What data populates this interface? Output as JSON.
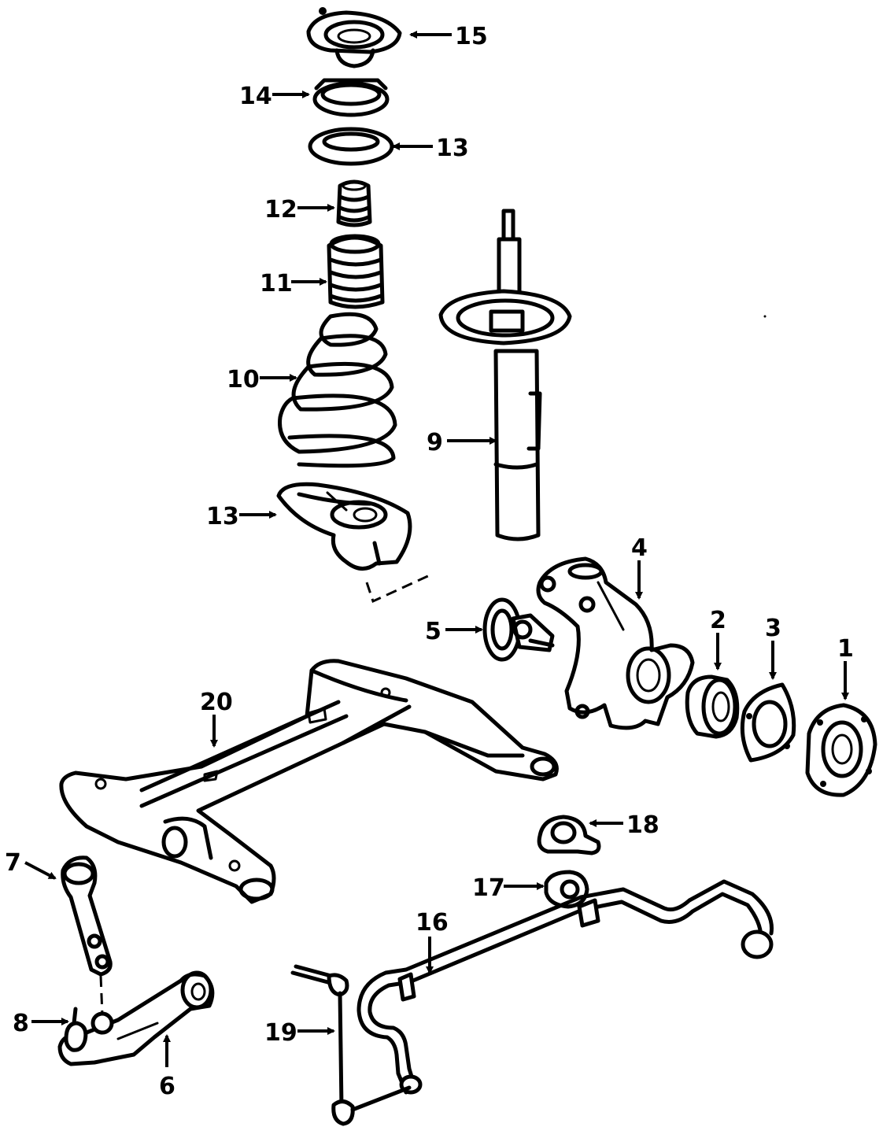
{
  "callouts": [
    {
      "id": "c1",
      "label": "1"
    },
    {
      "id": "c2",
      "label": "2"
    },
    {
      "id": "c3",
      "label": "3"
    },
    {
      "id": "c4",
      "label": "4"
    },
    {
      "id": "c5",
      "label": "5"
    },
    {
      "id": "c6",
      "label": "6"
    },
    {
      "id": "c7",
      "label": "7"
    },
    {
      "id": "c8",
      "label": "8"
    },
    {
      "id": "c9",
      "label": "9"
    },
    {
      "id": "c10",
      "label": "10"
    },
    {
      "id": "c11",
      "label": "11"
    },
    {
      "id": "c12",
      "label": "12"
    },
    {
      "id": "c13a",
      "label": "13"
    },
    {
      "id": "c13b",
      "label": "13"
    },
    {
      "id": "c14",
      "label": "14"
    },
    {
      "id": "c15",
      "label": "15"
    },
    {
      "id": "c16",
      "label": "16"
    },
    {
      "id": "c17",
      "label": "17"
    },
    {
      "id": "c18",
      "label": "18"
    },
    {
      "id": "c19",
      "label": "19"
    },
    {
      "id": "c20",
      "label": "20"
    }
  ],
  "colors": {
    "ink": "#000000",
    "paper": "#ffffff"
  }
}
